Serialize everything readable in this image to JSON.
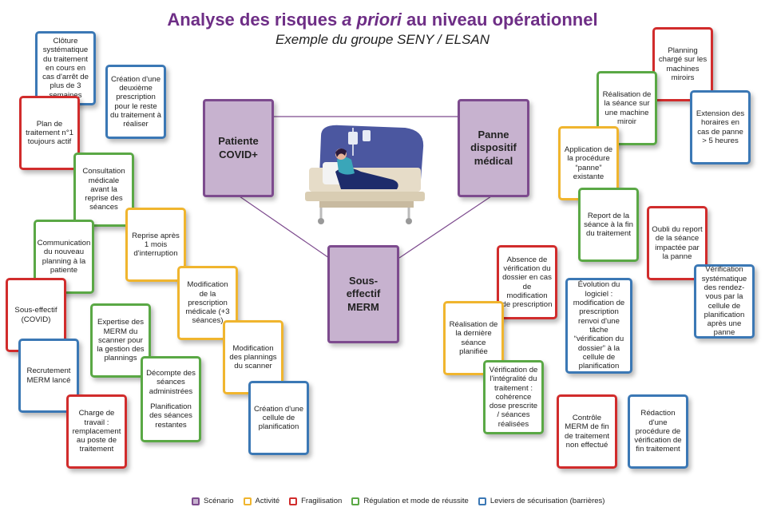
{
  "header": {
    "title_part1": "Analyse des risques ",
    "title_italic": "a priori",
    "title_part2": " au niveau opérationnel",
    "subtitle": "Exemple du groupe SENY / ELSAN"
  },
  "scenarios": {
    "covid": "Patiente COVID+",
    "panne": "Panne dispositif médical",
    "sous_effectif": "Sous-effectif MERM"
  },
  "cards": {
    "cloture": "Clôture systématique du traitement en cours en cas d'arrêt de plus de 3 semaines",
    "creation_prescription": "Création d'une deuxième prescription pour le reste du traitement à réaliser",
    "plan_traitement": "Plan de traitement n°1 toujours actif",
    "consultation": "Consultation médicale avant la reprise des séances",
    "communication": "Communication du nouveau planning à la patiente",
    "reprise": "Reprise après 1 mois d'interruption",
    "modif_prescription": "Modification de la prescription médicale (+3 séances)",
    "sous_effectif_covid": "Sous-effectif (COVID)",
    "expertise": "Expertise des MERM du scanner pour la gestion des plannings",
    "modif_plannings": "Modification des plannings du scanner",
    "recrutement": "Recrutement MERM lancé",
    "decompte": "Décompte des séances administrées",
    "planification": "Planification des séances restantes",
    "charge": "Charge de travail : remplacement au poste de traitement",
    "creation_cellule": "Création d'une cellule de planification",
    "planning_charge": "Planning chargé sur les machines miroirs",
    "realisation_miroir": "Réalisation de la séance sur une machine miroir",
    "extension": "Extension des horaires en cas de panne > 5 heures",
    "application_procedure": "Application de la procédure “panne” existante",
    "report": "Report de la séance à la fin du traitement",
    "oubli": "Oubli du report de la séance impactée par la panne",
    "verification_rdv": "Vérification systématique des rendez-vous par la cellule de planification après une panne",
    "absence_verif": "Absence de vérification du dossier en cas de modification de prescription",
    "evolution_logiciel": "Évolution du logiciel : modification de prescription renvoi d'une tâche “vérification du dossier” à la cellule de planification",
    "realisation_derniere": "Réalisation de la dernière séance planifiée",
    "verif_integrite": "Vérification de l'intégralité du traitement : cohérence dose prescrite / séances réalisées",
    "controle": "Contrôle MERM de fin de traitement non effectué",
    "redaction": "Rédaction d'une procédure de vérification de fin traitement"
  },
  "legend": {
    "scenario": "Scénario",
    "activite": "Activité",
    "fragilisation": "Fragilisation",
    "regulation": "Régulation et mode de réussite",
    "leviers": "Leviers de sécurisation (barrières)"
  },
  "colors": {
    "scenario_fill": "#c7b2cf",
    "scenario_border": "#7d4b8e",
    "activite": "#f0b52e",
    "fragilisation": "#d12c2c",
    "regulation": "#5aa845",
    "leviers": "#3b78b5",
    "title": "#6e2e86"
  },
  "illustration": "patient-in-hospital-bed-with-iv"
}
